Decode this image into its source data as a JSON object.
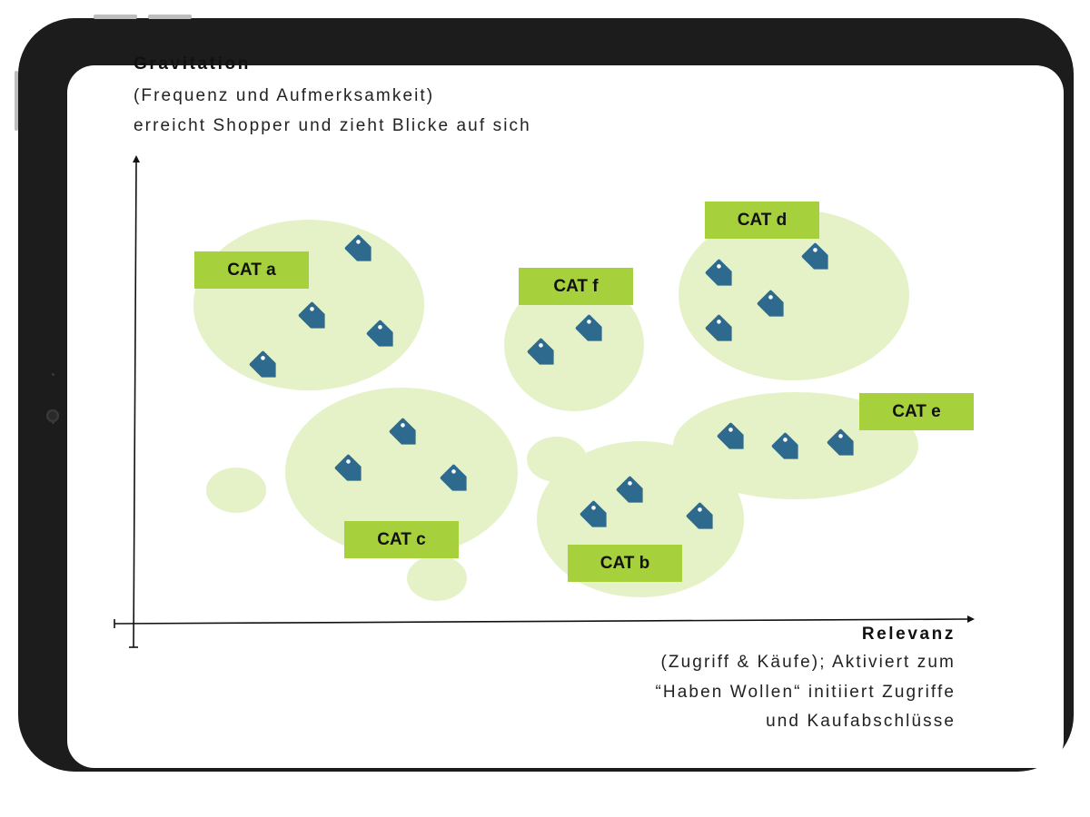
{
  "y_axis": {
    "title": "Gravitation",
    "subtitle_lines": [
      "(Frequenz und Aufmerksamkeit)",
      "erreicht Shopper und zieht Blicke auf sich"
    ]
  },
  "x_axis": {
    "title": "Relevanz",
    "subtitle_lines": [
      "(Zugriff & Käufe); Aktiviert zum",
      "“Haben Wollen“ initiiert Zugriffe",
      "und Kaufabschlüsse"
    ]
  },
  "categories": [
    {
      "id": "a",
      "label": "CAT a"
    },
    {
      "id": "b",
      "label": "CAT b"
    },
    {
      "id": "c",
      "label": "CAT c"
    },
    {
      "id": "d",
      "label": "CAT d"
    },
    {
      "id": "e",
      "label": "CAT e"
    },
    {
      "id": "f",
      "label": "CAT f"
    }
  ],
  "colors": {
    "bubble": "#e5f2c8",
    "label": "#a7d13c",
    "tag": "#2e6a8e",
    "axis": "#111111",
    "frame": "#1c1c1c"
  },
  "icons": {
    "item": "price-tag-icon"
  }
}
